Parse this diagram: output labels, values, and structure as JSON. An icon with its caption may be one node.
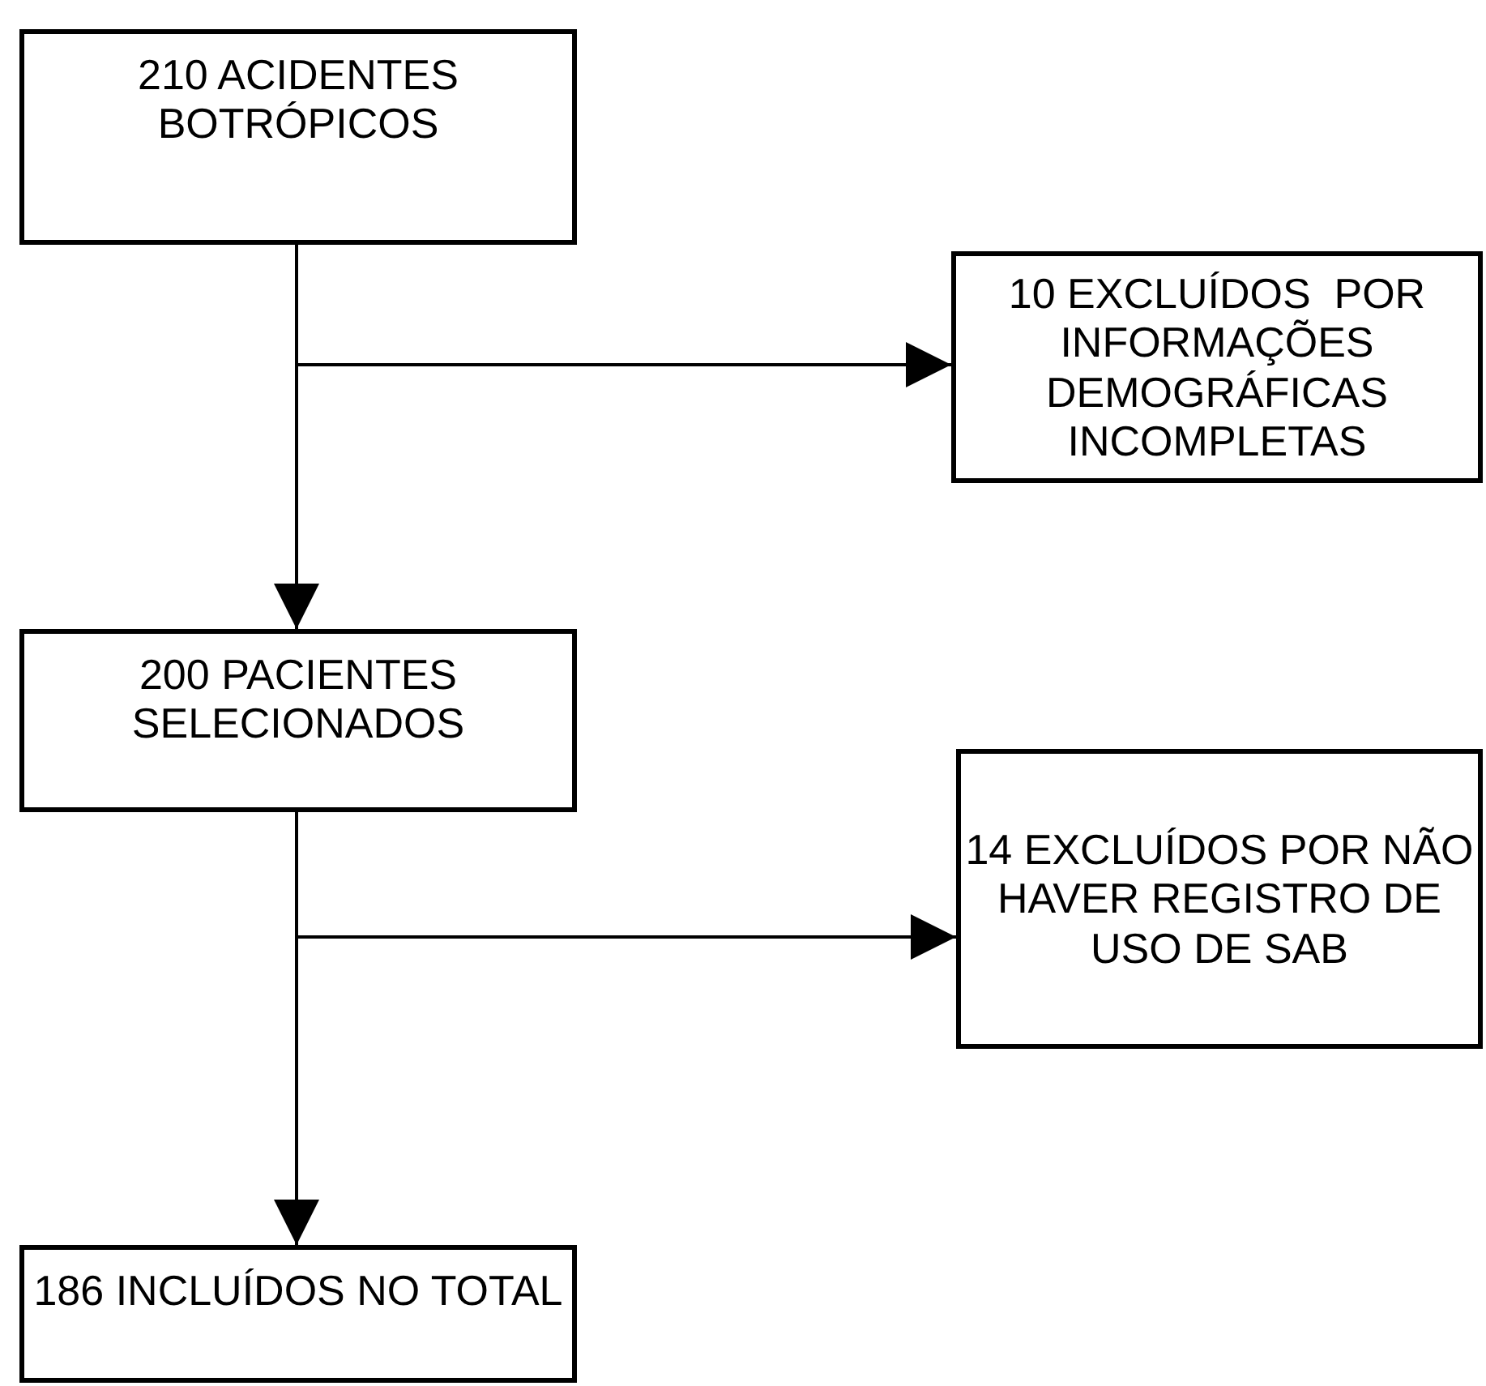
{
  "diagram": {
    "nodes": [
      {
        "text": [
          "210 ACIDENTES BOTRÓPICOS"
        ]
      },
      {
        "text": [
          "10 EXCLUÍDOS  POR INFORMAÇÕES DEMOGRÁFICAS INCOMPLETAS"
        ]
      },
      {
        "text": [
          "200 PACIENTES SELECIONADOS"
        ]
      },
      {
        "text": [
          "14 EXCLUÍDOS POR NÃO HAVER REGISTRO DE USO DE SAB"
        ]
      },
      {
        "text": [
          "186 INCLUÍDOS NO TOTAL"
        ]
      }
    ],
    "edges": [
      {
        "from": 0,
        "to": 1,
        "arrow": "to"
      },
      {
        "from": 0,
        "to": 2,
        "arrow": "to"
      },
      {
        "from": 2,
        "to": 3,
        "arrow": "to"
      },
      {
        "from": 2,
        "to": 4,
        "arrow": "to"
      }
    ]
  }
}
